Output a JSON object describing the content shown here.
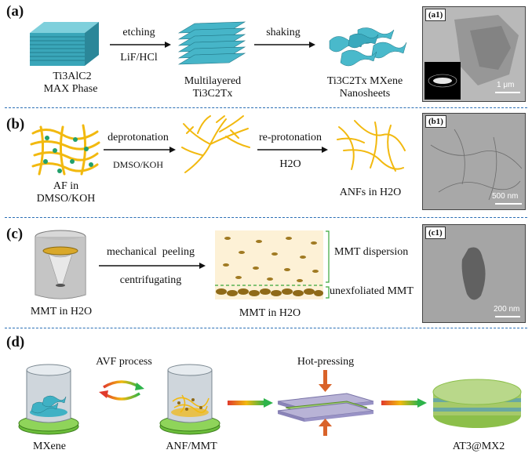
{
  "panels": {
    "a": {
      "label": "(a)",
      "start_line1": "Ti3AlC2",
      "start_line2": "MAX Phase",
      "arrow1_top": "etching",
      "arrow1_bottom": "LiF/HCl",
      "mid_line1": "Multilayered",
      "mid_line2": "Ti3C2Tx",
      "arrow2_top": "shaking",
      "end_line1": "Ti3C2Tx MXene",
      "end_line2": "Nanosheets",
      "micro_label": "(a1)",
      "scale": "1 μm"
    },
    "b": {
      "label": "(b)",
      "start_line1": "AF in",
      "start_line2": "DMSO/KOH",
      "arrow1_top": "deprotonation",
      "arrow1_bottom": "DMSO/KOH",
      "arrow2_top": "re-protonation",
      "arrow2_bottom": "H2O",
      "end_label": "ANFs in H2O",
      "micro_label": "(b1)",
      "scale": "500 nm"
    },
    "c": {
      "label": "(c)",
      "start_label": "MMT in H2O",
      "arrow_top": "mechanical  peeling",
      "arrow_bottom": "centrifugating",
      "dispersion_label": "MMT dispersion",
      "unexfoliated_label": "unexfoliated MMT",
      "result_label": "MMT in H2O",
      "micro_label": "(c1)",
      "scale": "200 nm"
    },
    "d": {
      "label": "(d)",
      "process_label": "AVF process",
      "hot_label": "Hot-pressing",
      "mxene_label": "MXene",
      "anf_label": "ANF/MMT",
      "final_label": "AT3@MX2"
    }
  },
  "colors": {
    "separator": "#2a6fb5",
    "mxene_teal": "#3fb1c4",
    "fiber_yellow": "#f2b90f",
    "mmt_brown": "#a07a22",
    "dispersion_bg": "#fdf1d6",
    "base_green": "#5cb32e"
  }
}
